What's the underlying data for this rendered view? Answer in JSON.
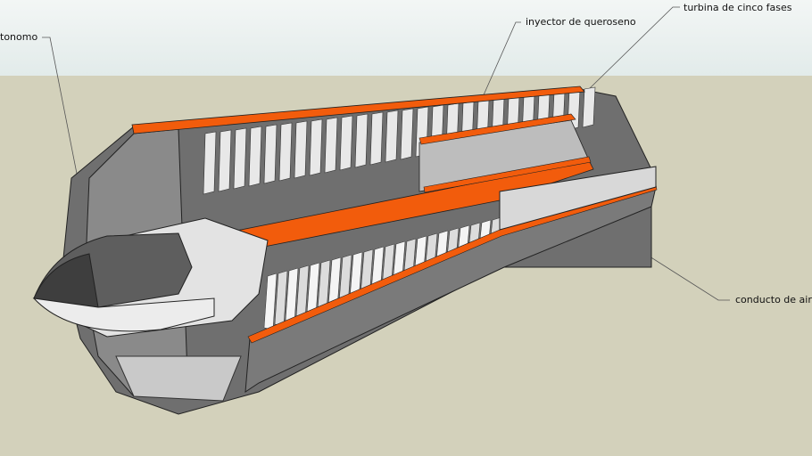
{
  "labels": {
    "autonomo": "tonomo",
    "injector": "inyector de queroseno",
    "turbine": "turbina de cinco fases",
    "air_duct": "conducto de aire"
  },
  "colors": {
    "sky": "#e4ecea",
    "ground": "#d3d1bb",
    "cut_section": "#f25c0c",
    "casing": "#6e6e6e",
    "blade": "#e8e8e8"
  }
}
